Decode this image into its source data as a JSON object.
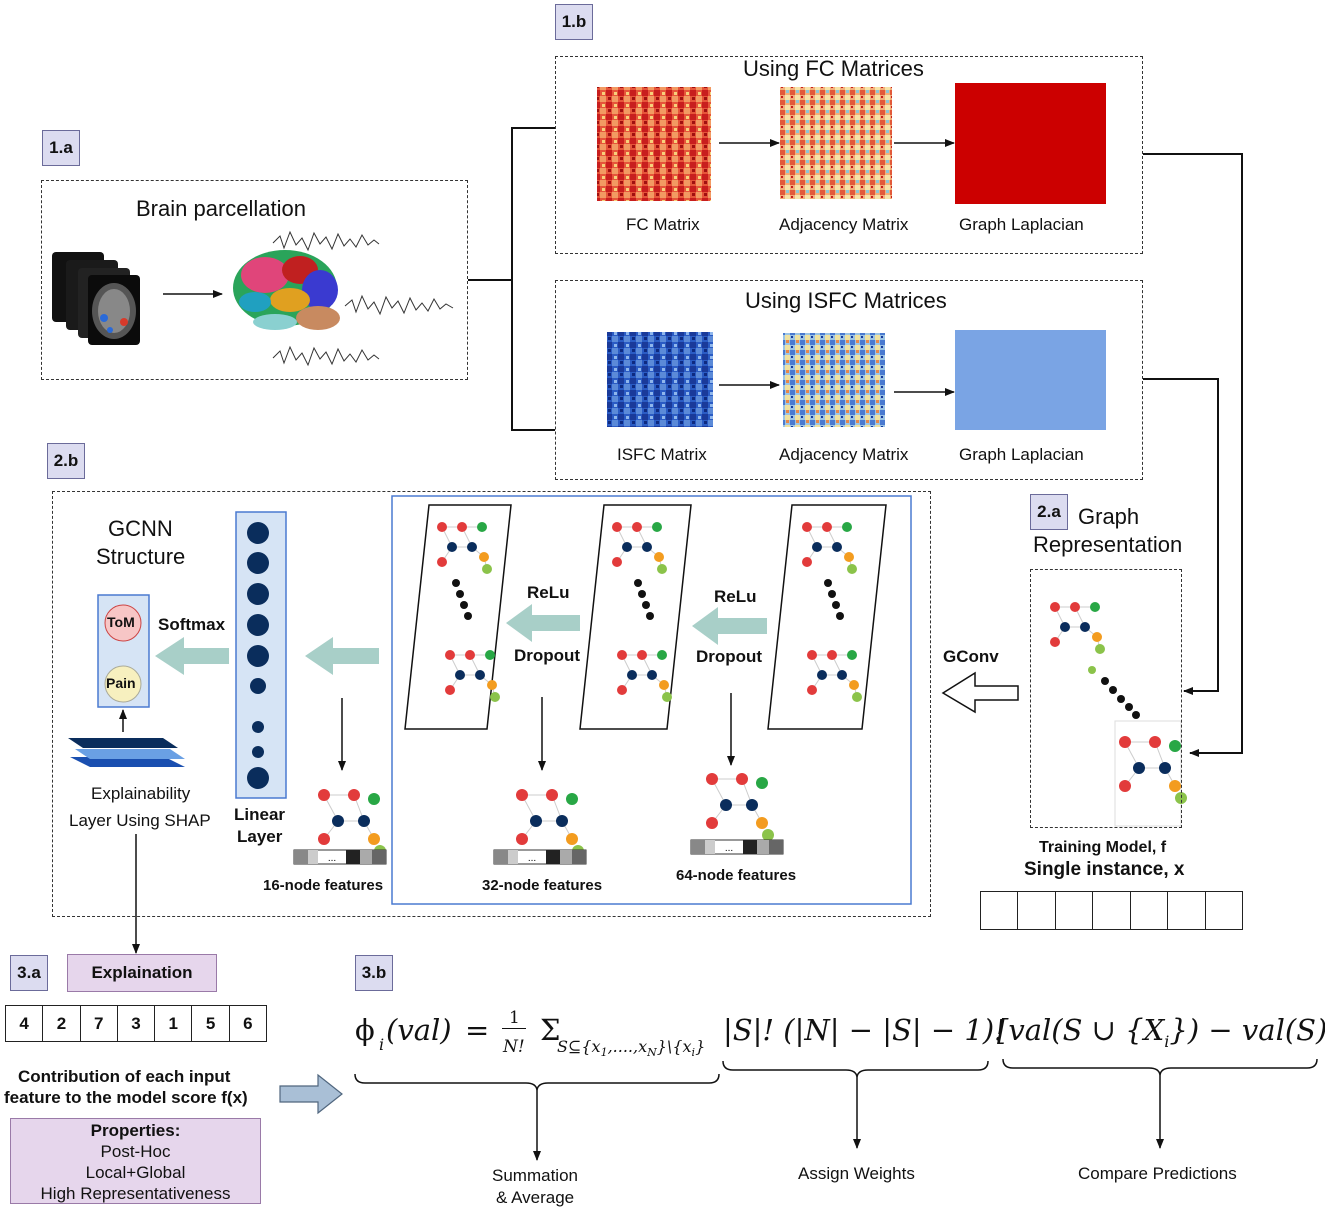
{
  "tags": {
    "t1a": "1.a",
    "t1b": "1.b",
    "t2a": "2.a",
    "t2b": "2.b",
    "t3a": "3.a",
    "t3b": "3.b"
  },
  "s1a": {
    "title": "Brain parcellation"
  },
  "s1b": {
    "fc": {
      "title": "Using FC Matrices",
      "labels": [
        "FC Matrix",
        "Adjacency Matrix",
        "Graph Laplacian"
      ]
    },
    "isfc": {
      "title": "Using ISFC Matrices",
      "labels": [
        "ISFC Matrix",
        "Adjacency Matrix",
        "Graph Laplacian"
      ]
    }
  },
  "s2a": {
    "title_line1": "Graph",
    "title_line2": "Representation",
    "caption_line1": "Training Model, f",
    "caption_line2": "Single instance, x",
    "gconv": "GConv"
  },
  "s2b": {
    "gcnn_line1": "GCNN",
    "gcnn_line2": "Structure",
    "tom": "ToM",
    "pain": "Pain",
    "softmax": "Softmax",
    "explain_line1": "Explainability",
    "explain_line2": "Layer Using SHAP",
    "linear_line1": "Linear",
    "linear_line2": "Layer",
    "relu": "ReLu",
    "dropout": "Dropout",
    "feat16": "16-node features",
    "feat32": "32-node features",
    "feat64": "64-node features",
    "dots": "..."
  },
  "s3a": {
    "explanation": "Explaination",
    "values": [
      "4",
      "2",
      "7",
      "3",
      "1",
      "5",
      "6"
    ],
    "contrib_line1": "Contribution of each input",
    "contrib_line2": "feature to the model score f(x)",
    "props_title": "Properties:",
    "props": [
      "Post-Hoc",
      "Local+Global",
      "High Representativeness"
    ]
  },
  "s3b": {
    "phi": "ϕ",
    "sub_i": "i",
    "val_arg": "(val)",
    "eq": "=",
    "frac_num": "1",
    "frac_den": "N!",
    "sigma": "Σ",
    "sigma_sub": "S⊆{x",
    "sigma_sub_1": "1",
    "sigma_sub_mid": ",....,x",
    "sigma_sub_N": "N",
    "sigma_sub_end": "}\\{x",
    "sigma_sub_i": "i",
    "sigma_sub_close": "}",
    "weights_term": "|S|! (|N| − |S| − 1)!",
    "compare_a": "[val(S ∪ {X",
    "compare_i": "i",
    "compare_b": "}) − val(S)]",
    "brace_labels": {
      "sum_line1": "Summation",
      "sum_line2": "& Average",
      "weights": "Assign Weights",
      "compare": "Compare Predictions"
    }
  },
  "colors": {
    "fc_laplacian": "#cc0000",
    "isfc_laplacian": "#7aa4e4",
    "tag_bg": "#dcdcf0",
    "explanation_bg": "#e6d6ec",
    "arrow_fill": "#a8cfc8",
    "node_dark": "#0a2d5c",
    "linear_bg": "#d6e4f5"
  }
}
